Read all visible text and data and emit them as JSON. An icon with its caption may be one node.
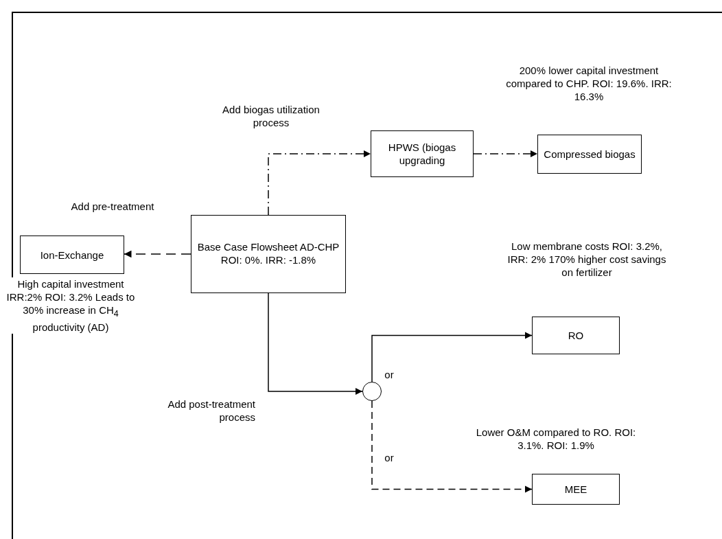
{
  "diagram": {
    "nodes": [
      {
        "text": [
          "Base Case Flowsheet AD-CHP ROI: 0%. IRR: -1.8%"
        ]
      },
      {
        "text": [
          "HPWS (biogas upgrading"
        ]
      },
      {
        "text": [
          "Compressed biogas"
        ],
        "beside": [
          "200% lower capital investment compared to CHP. ROI: 19.6%. IRR: 16.3%"
        ]
      },
      {
        "text": [
          "Ion-Exchange"
        ],
        "beside": [
          "High capital investment IRR:2% ROI: 3.2% Leads to 30% increase in CH$_{4}$ productivity (AD)"
        ]
      },
      {
        "text": [],
        "shape": "circle"
      },
      {
        "text": [
          "RO"
        ],
        "beside": [
          "Low membrane costs ROI: 3.2%, IRR: 2% 170% higher cost savings on fertilizer"
        ]
      },
      {
        "text": [
          "MEE"
        ],
        "beside": [
          "Lower O&M compared to RO. ROI: 3.1%. ROI: 1.9%"
        ]
      }
    ],
    "edges": [
      {
        "from": 0,
        "to": 1,
        "arrow": "to",
        "label": "Add biogas utilization process",
        "style": "dashed"
      },
      {
        "from": 1,
        "to": 2,
        "arrow": "to",
        "style": "dashed"
      },
      {
        "from": 0,
        "to": 3,
        "arrow": "to",
        "label": "Add pre-treatment",
        "style": "dashed"
      },
      {
        "from": 0,
        "to": 4,
        "arrow": "to",
        "label": "Add post-treatment process"
      },
      {
        "from": 4,
        "to": 5,
        "arrow": "to",
        "label": "or"
      },
      {
        "from": 4,
        "to": 6,
        "arrow": "to",
        "label": "or",
        "style": "dashed"
      }
    ]
  }
}
